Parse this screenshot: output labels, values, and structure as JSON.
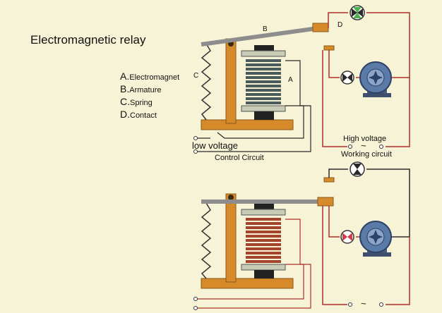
{
  "title": "Electromagnetic relay",
  "legend": [
    {
      "letter": "A.",
      "text": "Electromagnet"
    },
    {
      "letter": "B.",
      "text": "Armature"
    },
    {
      "letter": "C.",
      "text": "Spring"
    },
    {
      "letter": "D.",
      "text": "Contact"
    }
  ],
  "labels": {
    "a": "A",
    "b": "B",
    "c": "C",
    "d": "D",
    "low_voltage": "low voltage",
    "control_circuit": "Control Circuit",
    "high_voltage": "High voltage",
    "working_circuit": "Working circuit",
    "ac_symbol": "~"
  },
  "colors": {
    "background": "#f7f3d6",
    "frame": "#d68a2a",
    "coil_top": "#4b5a5a",
    "coil_bottom": "#a4442c",
    "high_voltage_wire": "#b0302a",
    "low_voltage_wire": "#2a2a2a",
    "lamp_on": "#4caf50",
    "lamp_off": "#d04050",
    "motor": "#5a7aa8"
  },
  "states": {
    "top": "relay open, lamp on",
    "bottom": "relay energized, lamp off"
  }
}
